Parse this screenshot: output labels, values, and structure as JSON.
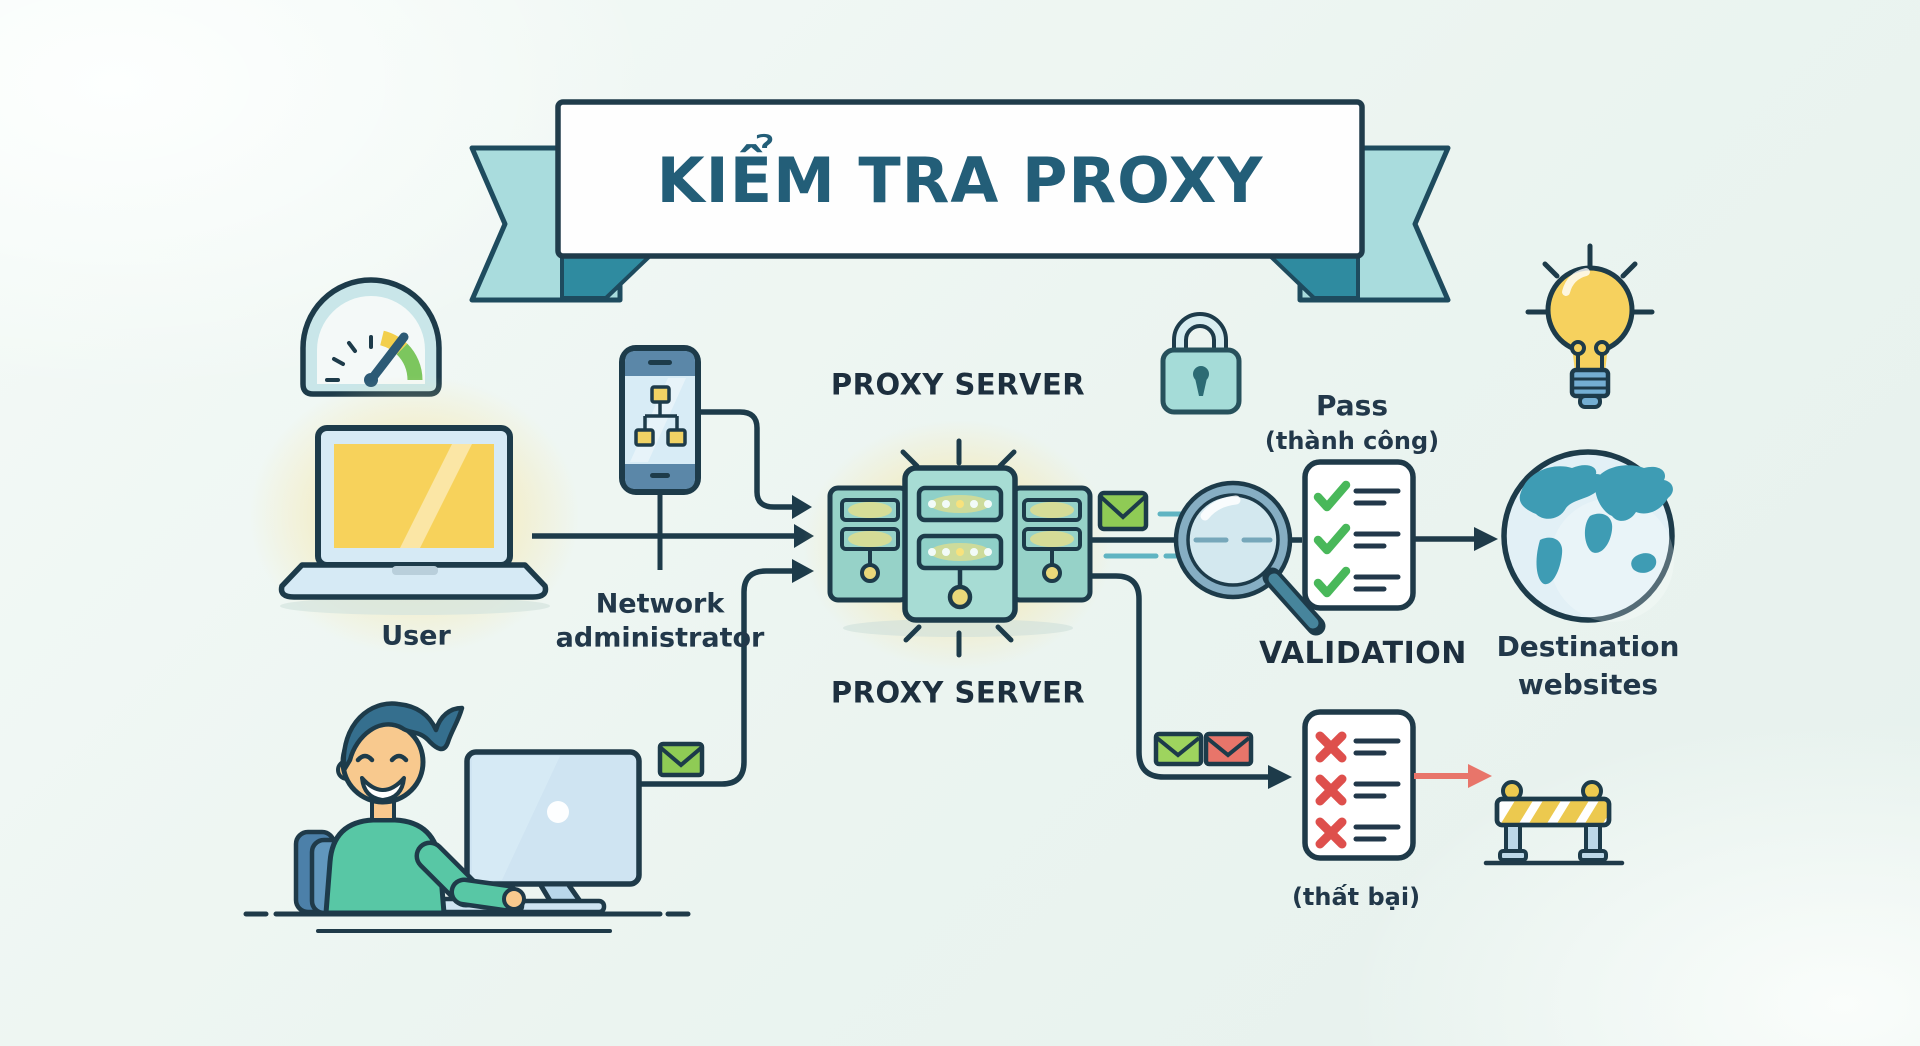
{
  "banner": {
    "title": "KIỂM TRA PROXY"
  },
  "nodes": {
    "user": {
      "label": "User"
    },
    "network_admin": {
      "label_line1": "Network",
      "label_line2": "administrator"
    },
    "proxy": {
      "label_top": "PROXY SERVER",
      "label_bottom": "PROXY SERVER"
    },
    "validation": {
      "pass_line1": "Pass",
      "pass_line2": "(thành công)",
      "label": "VALIDATION",
      "fail": "(thất bại)"
    },
    "destination": {
      "label_line1": "Destination",
      "label_line2": "websites"
    }
  },
  "icons": [
    "speedometer-icon",
    "laptop-icon",
    "smartphone-network-icon",
    "server-stack-icon",
    "padlock-icon",
    "magnifier-icon",
    "checklist-pass-icon",
    "checklist-fail-icon",
    "globe-icon",
    "lightbulb-icon",
    "envelope-green-icon",
    "envelope-red-icon",
    "roadblock-barrier-icon",
    "person-at-computer-illustration"
  ],
  "colors": {
    "title": "#235e78",
    "text": "#22384a",
    "ink_dark": "#1d2f3e",
    "ink": "#1f3a49",
    "ribbon_teal": "#a9dcdd",
    "ribbon_fold": "#2f8ba0",
    "banner_white": "#fefefe",
    "glow_yellow": "#f8e49b",
    "screen_yellow": "#f7d25b",
    "server_teal": "#9ed6cd",
    "server_teal_light": "#a7dcd4",
    "success_green": "#49b85a",
    "error_red": "#de4f4c",
    "envelope_green": "#8fcb55",
    "envelope_red": "#e8756a",
    "globe_teal": "#3e9cb4",
    "bulb_yellow": "#f6d15e",
    "steel_blue": "#cfe4f2",
    "shirt_green": "#58c7a5"
  }
}
